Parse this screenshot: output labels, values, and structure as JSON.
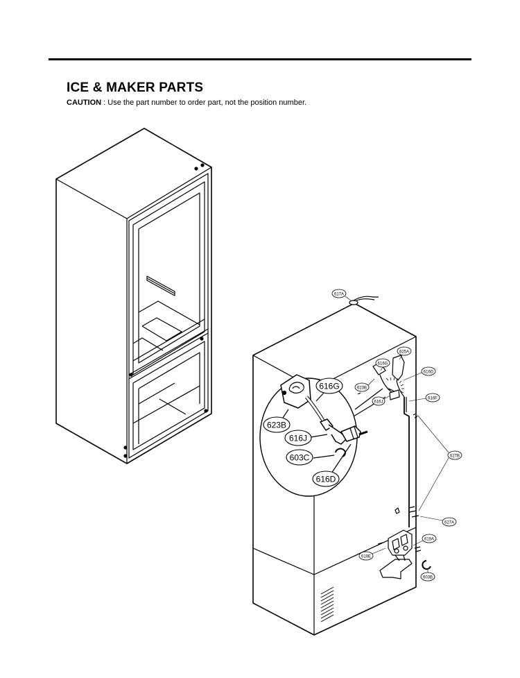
{
  "header": {
    "title": "ICE & MAKER PARTS",
    "caution_label": "CAUTION",
    "caution_text": " : Use the part number to order part, not the position number."
  },
  "callouts_small": {
    "c617A": "617A",
    "c625A": "625A",
    "c616G": "616G",
    "c616D": "616D",
    "c623B": "623B",
    "c616J": "616J",
    "c616F": "616F",
    "c627B": "627B",
    "c627A": "627A",
    "c619A": "619A",
    "c619E": "619E",
    "c603B": "603B"
  },
  "callouts_large": {
    "c616G": "616G",
    "c623B": "623B",
    "c616J": "616J",
    "c603C": "603C",
    "c616D": "616D"
  }
}
